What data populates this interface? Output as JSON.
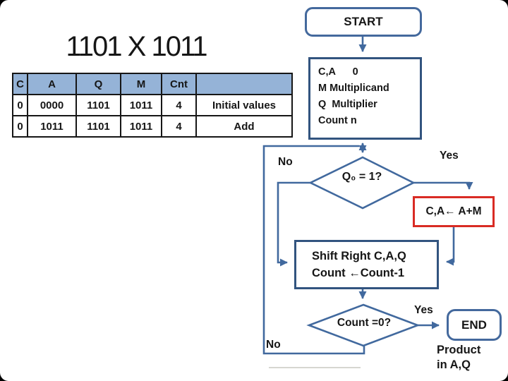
{
  "title": "1101 X 1011",
  "table": {
    "headers": [
      "C",
      "A",
      "Q",
      "M",
      "Cnt",
      ""
    ],
    "rows": [
      {
        "c": "0",
        "a": "0000",
        "q": "1101",
        "m": "1011",
        "cnt": "4",
        "note": "Initial values"
      },
      {
        "c": "0",
        "a": "1011",
        "q": "1101",
        "m": "1011",
        "cnt": "4",
        "note": "Add"
      }
    ]
  },
  "flowchart": {
    "start": "START",
    "init": {
      "line1": "C,A      0",
      "line2": "M Multiplicand",
      "line3": "Q  Multiplier",
      "line4": "Count n"
    },
    "decision1": {
      "label": "Q₀ = 1?",
      "no": "No",
      "yes": "Yes"
    },
    "add": "C,A← A+M",
    "shift": {
      "line1": "Shift Right C,A,Q",
      "line2": "Count ←Count-1"
    },
    "decision2": {
      "label": "Count =0?",
      "no": "No",
      "yes": "Yes"
    },
    "end": "END",
    "product": {
      "line1": "Product",
      "line2": "in A,Q"
    }
  },
  "colors": {
    "flow_line": "#41699e",
    "shape_border": "#44699d",
    "init_border": "#32547f",
    "add_border": "#d92b24",
    "table_header_bg": "#95b3d7",
    "text": "#161616"
  }
}
